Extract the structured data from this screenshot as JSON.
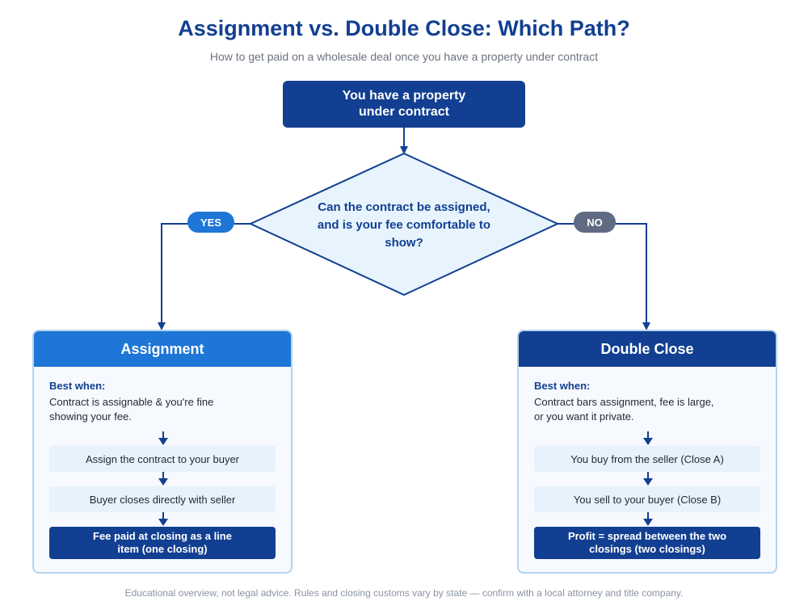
{
  "header": {
    "title": "Assignment vs. Double Close: Which Path?",
    "subtitle": "How to get paid on a wholesale deal once you have a property under contract"
  },
  "start": {
    "label": "You have a property under contract"
  },
  "decision": {
    "question": "Can the contract be assigned, and is your fee comfortable to show?"
  },
  "branches": {
    "yes_label": "YES",
    "no_label": "NO"
  },
  "assignment": {
    "title": "Assignment",
    "best_when_label": "Best when:",
    "best_when_text": "Contract is assignable & you're fine showing your fee.",
    "steps": [
      "Assign the contract to your buyer",
      "Buyer closes directly with seller"
    ],
    "result": "Fee paid at closing as a line item (one closing)"
  },
  "double_close": {
    "title": "Double Close",
    "best_when_label": "Best when:",
    "best_when_text": "Contract bars assignment, fee is large, or you want it private.",
    "steps": [
      "You buy from the seller (Close A)",
      "You sell to your buyer (Close B)"
    ],
    "result": "Profit = spread between the two closings (two closings)"
  },
  "footnote": "Educational overview, not legal advice. Rules and closing customs vary by state — confirm with a local attorney and title company.",
  "colors": {
    "primary_navy": "#123f91",
    "accent_blue": "#1e76d6",
    "no_gray": "#5f6b82",
    "light_fill": "#e7f2fc"
  }
}
